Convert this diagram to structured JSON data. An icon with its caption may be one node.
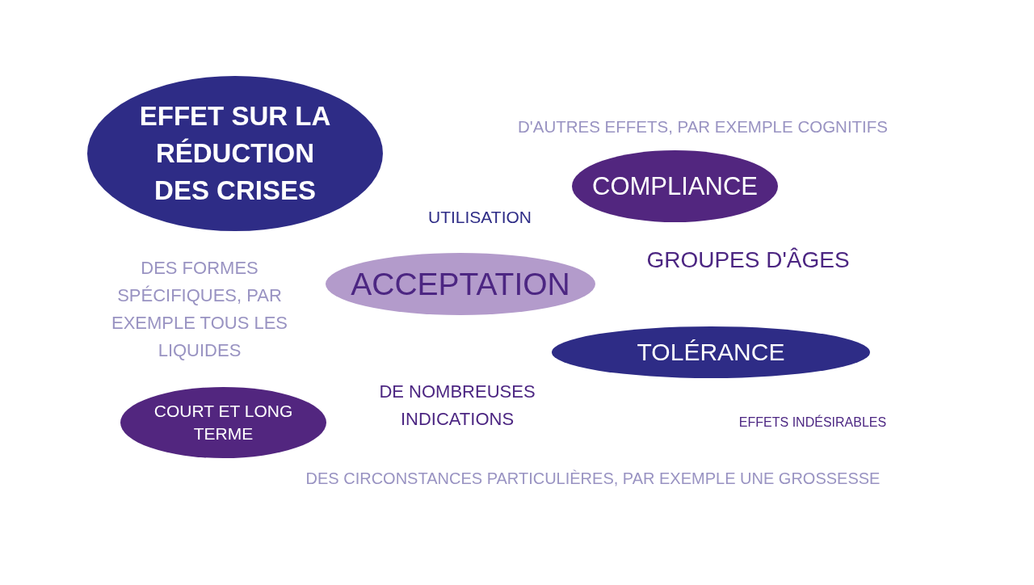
{
  "diagram": {
    "nodes": [
      {
        "text": [
          "EFFET SUR LA RÉDUCTION DES CRISES"
        ]
      },
      {
        "text": [
          "COMPLIANCE"
        ]
      },
      {
        "text": [
          "ACCEPTATION"
        ]
      },
      {
        "text": [
          "TOLÉRANCE"
        ]
      },
      {
        "text": [
          "COURT ET LONG TERME"
        ]
      }
    ],
    "labels": [
      "D'AUTRES EFFETS, PAR EXEMPLE COGNITIFS",
      "UTILISATION",
      "GROUPES D'ÂGES",
      "DES FORMES SPÉCIFIQUES, PAR EXEMPLE TOUS LES LIQUIDES",
      "DE NOMBREUSES INDICATIONS",
      "EFFETS INDÉSIRABLES",
      "DES CIRCONSTANCES PARTICULIÈRES, PAR EXEMPLE UNE GROSSESSE"
    ]
  }
}
